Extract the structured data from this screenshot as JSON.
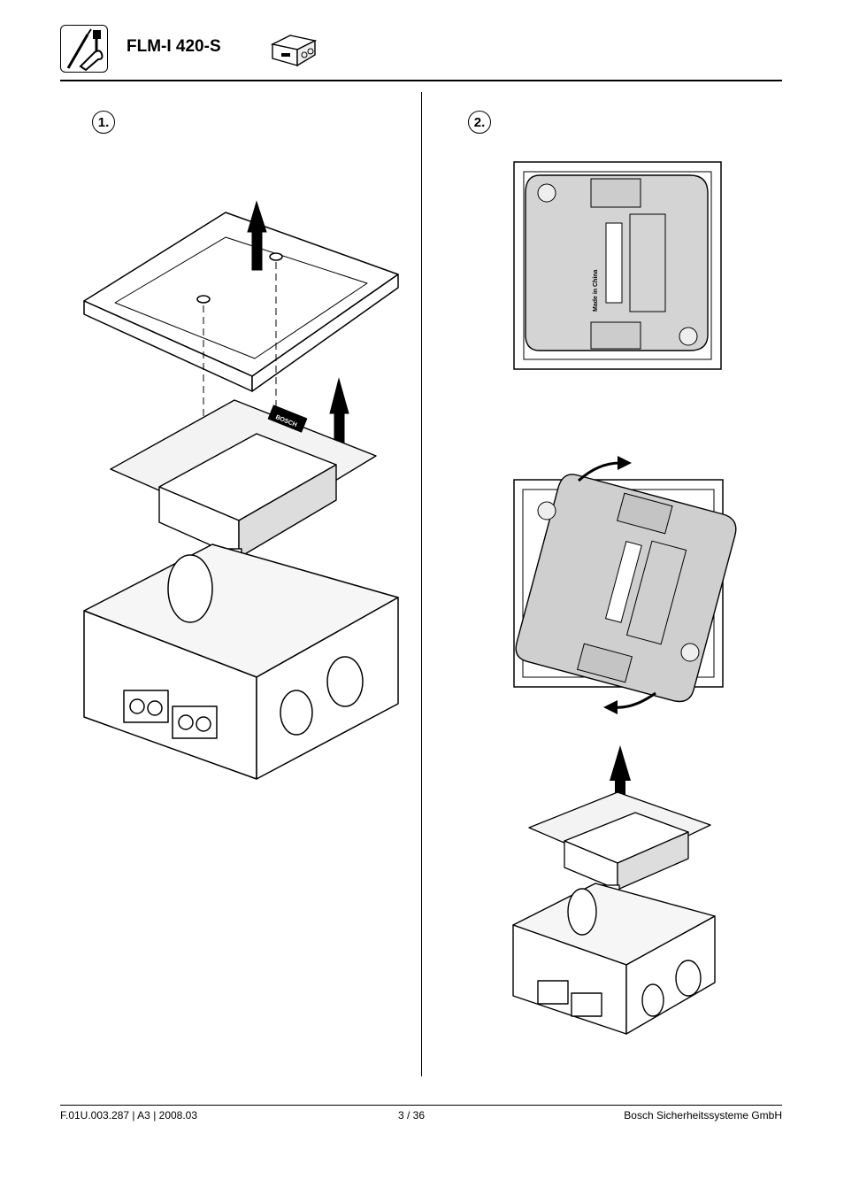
{
  "header": {
    "title": "FLM-I 420-S",
    "icons": [
      "tools-icon",
      "module-box-icon"
    ]
  },
  "steps": [
    {
      "label": "1."
    },
    {
      "label": "2."
    }
  ],
  "module_labels": {
    "brand": "BOSCH",
    "origin": "Made in China"
  },
  "footer": {
    "doc_ref": "F.01U.003.287 | A3 | 2008.03",
    "page": "3 / 36",
    "company": "Bosch Sicherheitssysteme GmbH"
  }
}
